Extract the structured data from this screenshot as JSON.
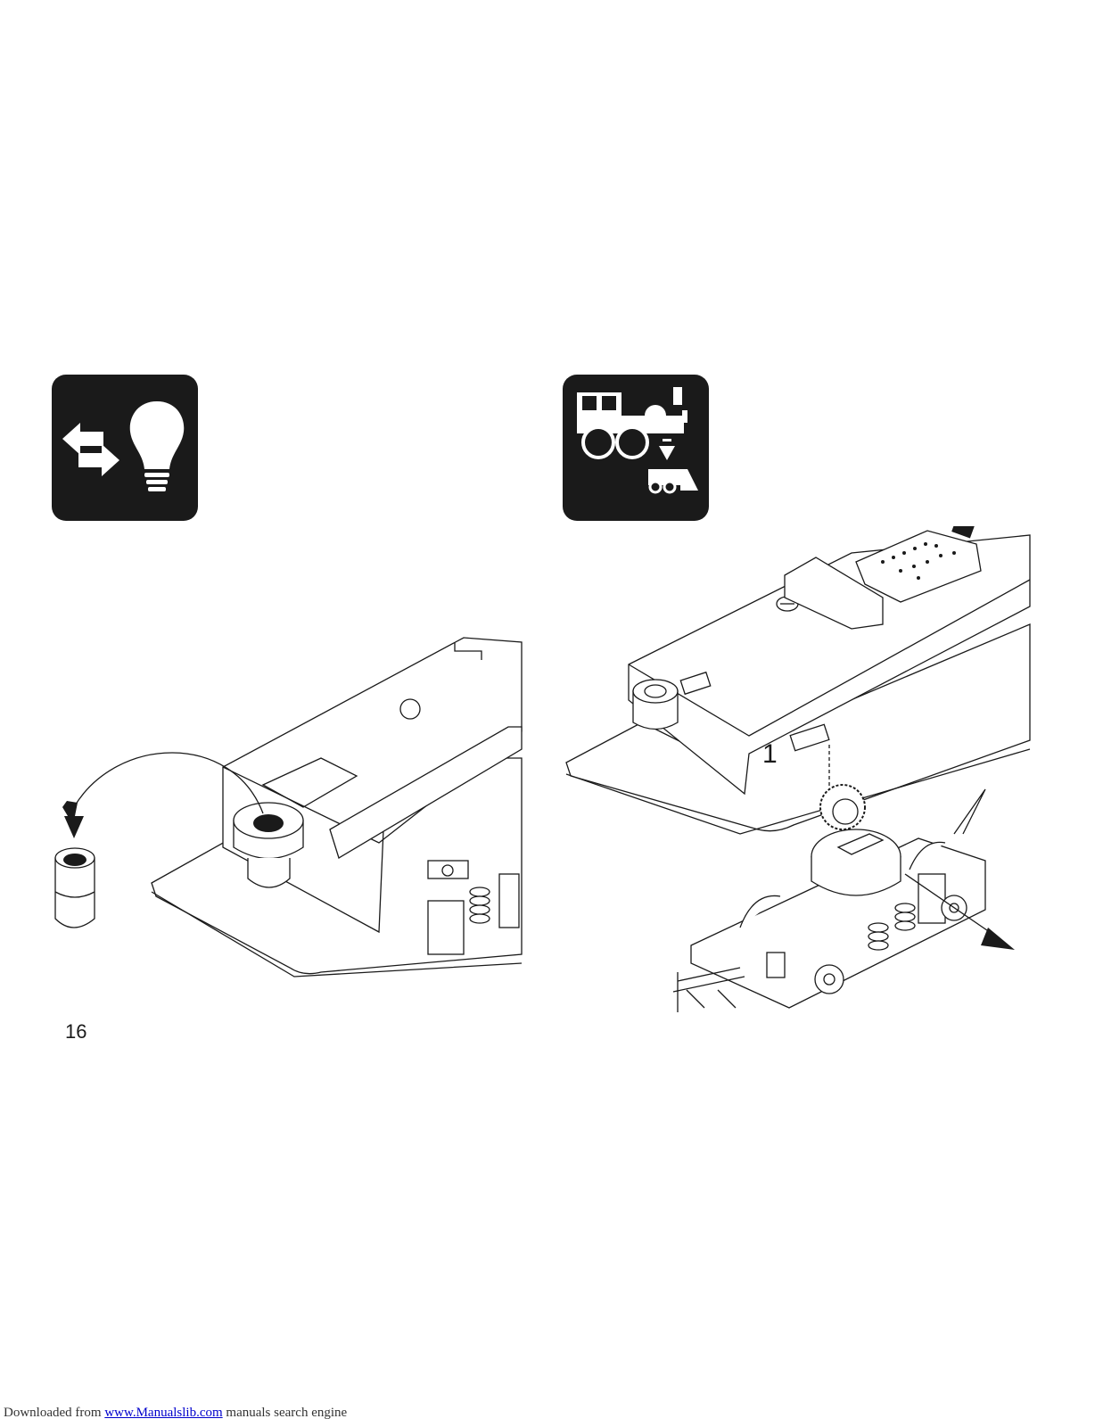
{
  "page": {
    "number": "16"
  },
  "icons": {
    "bulb": "light-bulb-exchange-icon",
    "loco": "locomotive-remove-icon"
  },
  "illustrations": {
    "left_label": "",
    "right_callout": "1"
  },
  "footer": {
    "prefix": "Downloaded from ",
    "link_text": "www.Manualslib.com",
    "suffix": " manuals search engine"
  },
  "colors": {
    "ink": "#1a1a1a",
    "link": "#0000cc"
  }
}
